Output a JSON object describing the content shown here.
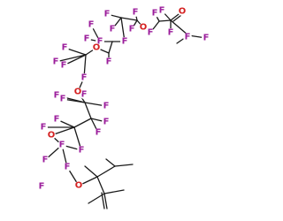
{
  "structure": {
    "atoms": [
      {
        "id": "f1",
        "symbol": "F",
        "color": "#9b1d9b"
      },
      {
        "id": "o1",
        "symbol": "O",
        "color": "#d42020"
      },
      {
        "id": "f2",
        "symbol": "F",
        "color": "#9b1d9b"
      },
      {
        "id": "f3",
        "symbol": "F",
        "color": "#9b1d9b"
      },
      {
        "id": "f4",
        "symbol": "F",
        "color": "#9b1d9b"
      },
      {
        "id": "f5",
        "symbol": "F",
        "color": "#9b1d9b"
      },
      {
        "id": "f6",
        "symbol": "F",
        "color": "#9b1d9b"
      },
      {
        "id": "f7",
        "symbol": "F",
        "color": "#9b1d9b"
      },
      {
        "id": "f8",
        "symbol": "F",
        "color": "#9b1d9b"
      },
      {
        "id": "f9",
        "symbol": "F",
        "color": "#9b1d9b"
      },
      {
        "id": "o2",
        "symbol": "O",
        "color": "#d42020"
      },
      {
        "id": "f10",
        "symbol": "F",
        "color": "#9b1d9b"
      },
      {
        "id": "f11",
        "symbol": "F",
        "color": "#9b1d9b"
      },
      {
        "id": "f12",
        "symbol": "F",
        "color": "#9b1d9b"
      },
      {
        "id": "f13",
        "symbol": "F",
        "color": "#9b1d9b"
      },
      {
        "id": "f14",
        "symbol": "F",
        "color": "#9b1d9b"
      },
      {
        "id": "o3",
        "symbol": "O",
        "color": "#d42020"
      },
      {
        "id": "f15",
        "symbol": "F",
        "color": "#9b1d9b"
      },
      {
        "id": "f16",
        "symbol": "F",
        "color": "#9b1d9b"
      },
      {
        "id": "f17",
        "symbol": "F",
        "color": "#9b1d9b"
      },
      {
        "id": "f18",
        "symbol": "F",
        "color": "#9b1d9b"
      },
      {
        "id": "f19",
        "symbol": "F",
        "color": "#9b1d9b"
      },
      {
        "id": "f20",
        "symbol": "F",
        "color": "#9b1d9b"
      },
      {
        "id": "o4",
        "symbol": "O",
        "color": "#d42020"
      },
      {
        "id": "f21",
        "symbol": "F",
        "color": "#9b1d9b"
      },
      {
        "id": "f22",
        "symbol": "F",
        "color": "#9b1d9b"
      },
      {
        "id": "f23",
        "symbol": "F",
        "color": "#9b1d9b"
      },
      {
        "id": "f24",
        "symbol": "F",
        "color": "#9b1d9b"
      },
      {
        "id": "f25",
        "symbol": "F",
        "color": "#9b1d9b"
      },
      {
        "id": "f26",
        "symbol": "F",
        "color": "#9b1d9b"
      },
      {
        "id": "f27",
        "symbol": "F",
        "color": "#9b1d9b"
      },
      {
        "id": "o5",
        "symbol": "O",
        "color": "#d42020"
      },
      {
        "id": "f28",
        "symbol": "F",
        "color": "#9b1d9b"
      },
      {
        "id": "f29",
        "symbol": "F",
        "color": "#9b1d9b"
      },
      {
        "id": "f30",
        "symbol": "F",
        "color": "#9b1d9b"
      },
      {
        "id": "f31",
        "symbol": "F",
        "color": "#9b1d9b"
      },
      {
        "id": "f32",
        "symbol": "F",
        "color": "#9b1d9b"
      },
      {
        "id": "o6",
        "symbol": "O",
        "color": "#d42020"
      }
    ],
    "bond_color": "#1a1a1a"
  }
}
